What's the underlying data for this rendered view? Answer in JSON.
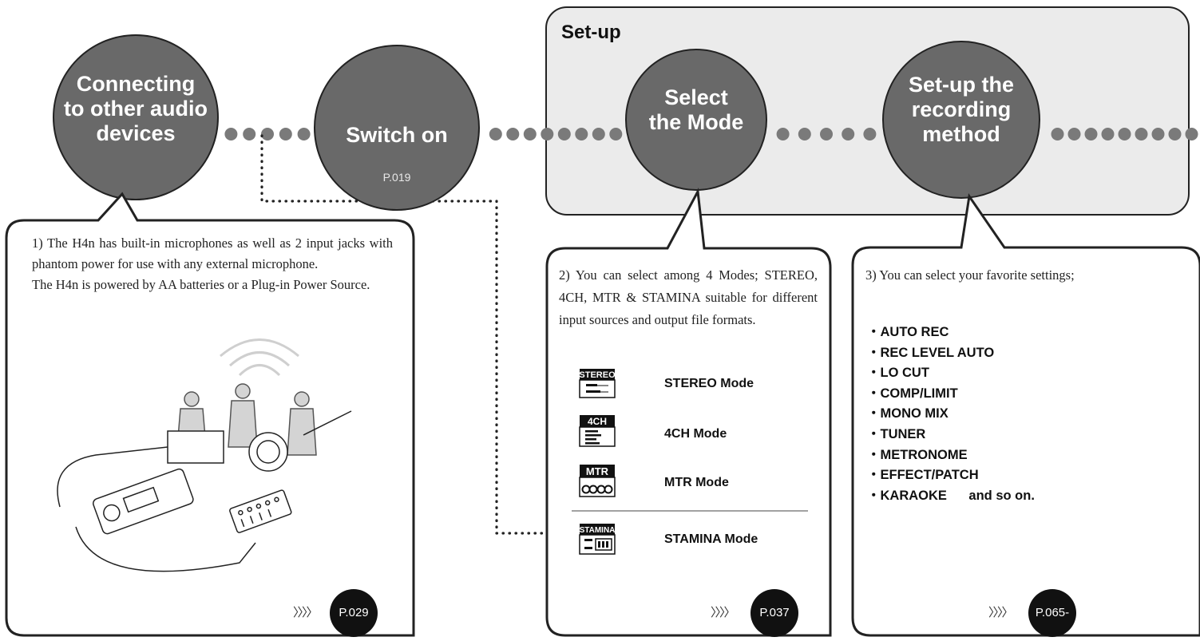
{
  "steps": [
    {
      "label": "Connecting\nto other audio\ndevices",
      "page": ""
    },
    {
      "label": "Switch on",
      "page": "P.019"
    },
    {
      "label": "Select\nthe Mode",
      "page": ""
    },
    {
      "label": "Set-up the\nrecording\nmethod",
      "page": ""
    }
  ],
  "setup_group": {
    "title": "Set-up"
  },
  "callout1": {
    "paragraph1": "1) The H4n has built-in microphones as well as 2 input jacks with phantom power for use with any external microphone.",
    "paragraph2": "The H4n is powered by AA batteries or a Plug-in Power Source.",
    "page_ref": "P.029"
  },
  "callout2": {
    "text": "2) You can select among 4 Modes; STEREO, 4CH, MTR & STAMINA suitable for different input sources and output file formats.",
    "modes": [
      {
        "icon_text": "STEREO",
        "label": "STEREO Mode"
      },
      {
        "icon_text": "4CH",
        "label": "4CH Mode"
      },
      {
        "icon_text": "MTR",
        "label": "MTR Mode"
      },
      {
        "icon_text": "STAMINA",
        "label": "STAMINA Mode"
      }
    ],
    "page_ref": "P.037"
  },
  "callout3": {
    "text": "3) You can select your favorite settings;",
    "settings": [
      "・AUTO REC",
      "・REC LEVEL AUTO",
      "・LO CUT",
      "・COMP/LIMIT",
      "・MONO MIX",
      "・TUNER",
      "・METRONOME",
      "・EFFECT/PATCH",
      "・KARAOKE      and so on."
    ],
    "page_ref": "P.065-"
  },
  "arrows_glyph": "〉〉〉〉",
  "colors": {
    "circle": "#696969",
    "group_fill": "#ebebeb",
    "dot": "#7a7a7a",
    "badge": "#111111",
    "stroke": "#222222"
  },
  "illustration": "band-recording-illustration"
}
